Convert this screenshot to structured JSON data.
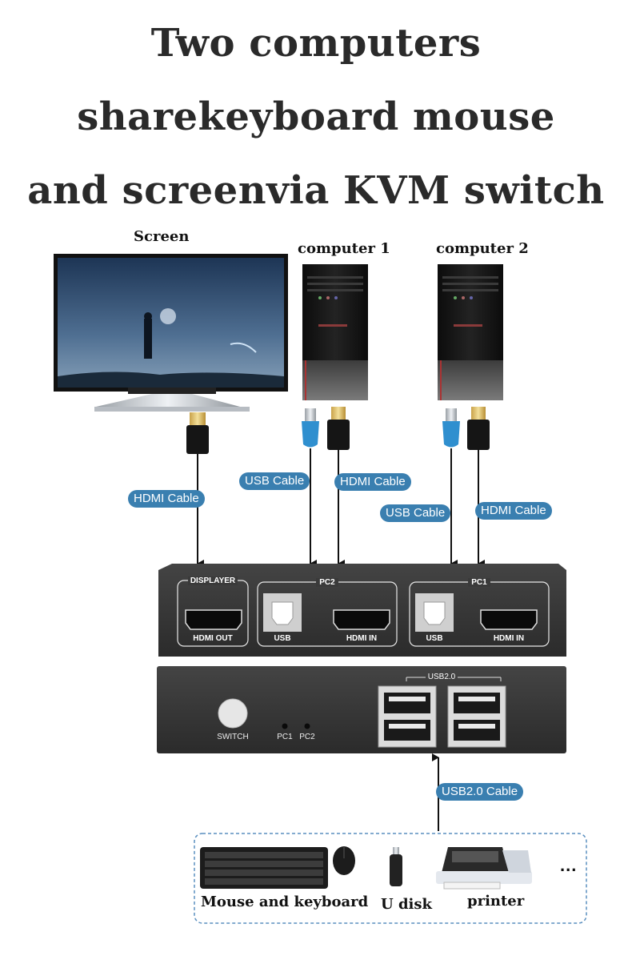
{
  "title": {
    "line1": "Two computers",
    "line2": "sharekeyboard mouse",
    "line3": "and screenvia KVM switch"
  },
  "labels": {
    "screen": "Screen",
    "computer1": "computer 1",
    "computer2": "computer 2"
  },
  "cables": {
    "hdmi_screen": "HDMI Cable",
    "usb_pc1": "USB Cable",
    "hdmi_pc1": "HDMI Cable",
    "usb_pc2": "USB Cable",
    "hdmi_pc2": "HDMI Cable",
    "usb2": "USB2.0 Cable"
  },
  "kvm_back": {
    "displayer": "DISPLAYER",
    "hdmi_out": "HDMI OUT",
    "pc2": "PC2",
    "pc1": "PC1",
    "usb": "USB",
    "hdmi_in": "HDMI IN"
  },
  "kvm_front": {
    "usb20": "USB2.0",
    "switch": "SWITCH",
    "pc1": "PC1",
    "pc2": "PC2"
  },
  "peripherals": {
    "mouse_keyboard": "Mouse and keyboard",
    "udisk": "U disk",
    "printer": "printer",
    "more": "..."
  },
  "colors": {
    "pill": "#3a7fb0",
    "device": "#3a3a3a",
    "usb_plug": "#2f8fcf"
  }
}
